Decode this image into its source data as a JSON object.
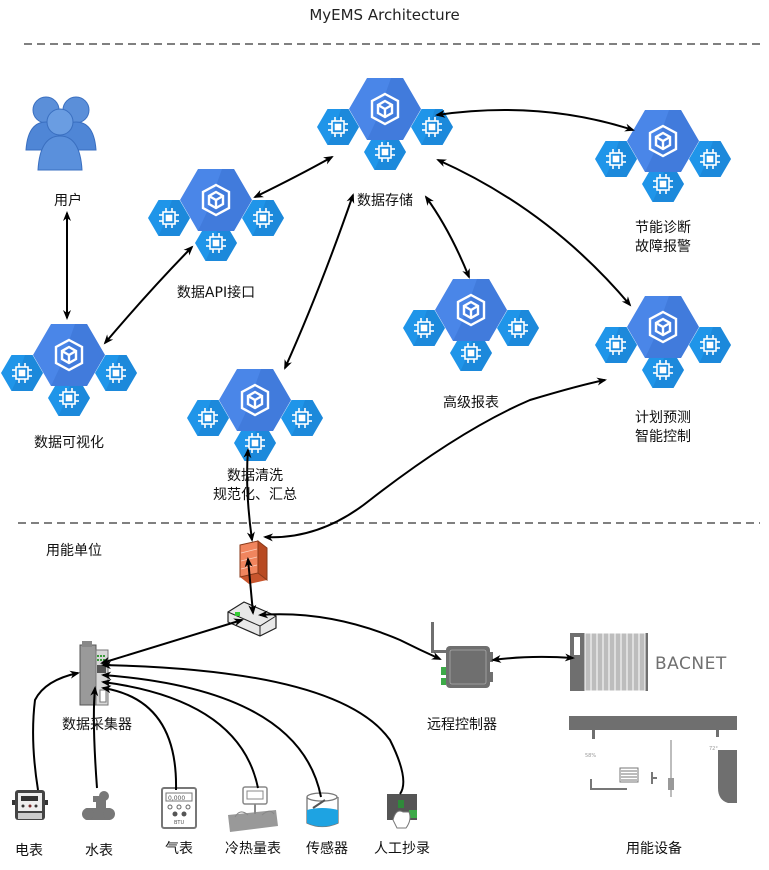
{
  "title": "MyEMS Architecture",
  "cloud": {
    "nodes": {
      "users": {
        "label": "用户",
        "icon": "users-icon"
      },
      "storage": {
        "label": "数据存储",
        "icon": "cluster-icon"
      },
      "api": {
        "label": "数据API接口",
        "icon": "cluster-icon"
      },
      "visualization": {
        "label": "数据可视化",
        "icon": "cluster-icon"
      },
      "cleaning": {
        "label_line1": "数据清洗",
        "label_line2": "规范化、汇总",
        "icon": "cluster-icon"
      },
      "reporting": {
        "label": "高级报表",
        "icon": "cluster-icon"
      },
      "diagnosis": {
        "label_line1": "节能诊断",
        "label_line2": "故障报警",
        "icon": "cluster-icon"
      },
      "planning": {
        "label_line1": "计划预测",
        "label_line2": "智能控制",
        "icon": "cluster-icon"
      }
    }
  },
  "site": {
    "section_label": "用能单位",
    "firewall": {
      "icon": "firewall-icon"
    },
    "router": {
      "icon": "router-icon"
    },
    "collector": {
      "label": "数据采集器",
      "icon": "data-collector-icon"
    },
    "remote_controller": {
      "label": "远程控制器",
      "icon": "remote-controller-icon"
    },
    "bacnet": {
      "label": "BACNET",
      "icon": "bacnet-panel-icon"
    },
    "equipment": {
      "label": "用能设备",
      "icon": "energy-equipment-icon",
      "readout_left": "58%",
      "readout_right": "72°"
    },
    "meters": [
      {
        "label": "电表",
        "icon": "electric-meter-icon"
      },
      {
        "label": "水表",
        "icon": "water-meter-icon"
      },
      {
        "label": "气表",
        "icon": "gas-meter-icon",
        "display": "0,000",
        "unit": "BTU"
      },
      {
        "label": "冷热量表",
        "icon": "heat-meter-icon"
      },
      {
        "label": "传感器",
        "icon": "sensor-icon"
      },
      {
        "label": "人工抄录",
        "icon": "manual-entry-icon"
      }
    ]
  },
  "colors": {
    "hex_main": "#4a86e8",
    "hex_small": "#2196e8",
    "divider": "#808080",
    "device_gray": "#6f6f6f",
    "firewall": "#f0855e"
  }
}
